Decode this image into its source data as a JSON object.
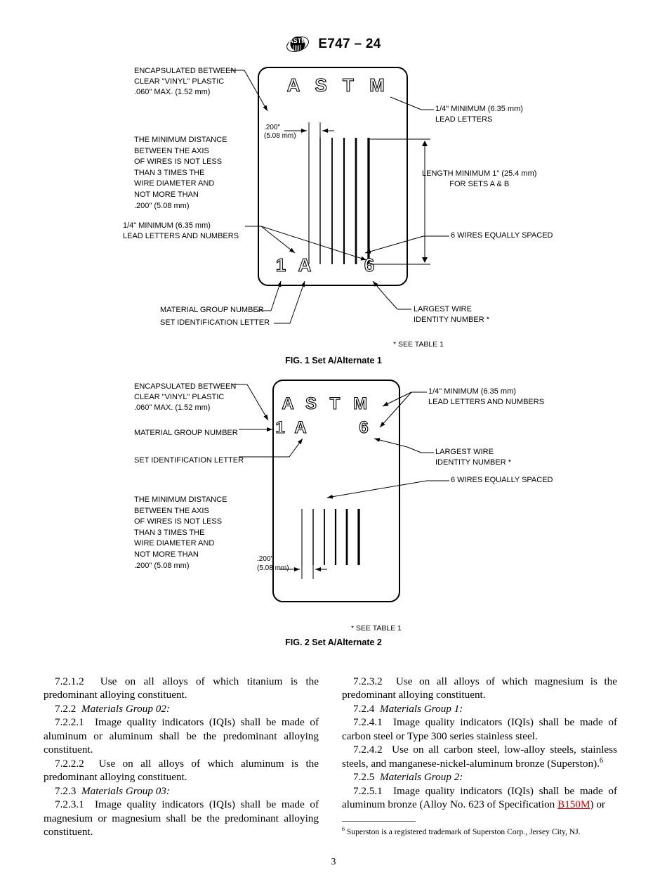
{
  "header": {
    "standard": "E747 – 24",
    "logo_icon": "astm-logo-icon"
  },
  "figure1": {
    "caption": "FIG. 1  Set A/Alternate 1",
    "see_table": "* SEE TABLE 1",
    "plaque": {
      "letters": [
        "A",
        "S",
        "T",
        "M"
      ],
      "group_number": "1",
      "set_letter": "A",
      "largest_wire_number": "6",
      "wire_count": 6
    },
    "annotations": {
      "encapsulated": [
        "ENCAPSULATED BETWEEN",
        "CLEAR \"VINYL\" PLASTIC",
        ".060\" MAX. (1.52 mm)"
      ],
      "min_distance": [
        "THE MINIMUM DISTANCE",
        "BETWEEN THE AXIS",
        "OF WIRES IS NOT LESS",
        "THAN 3 TIMES THE",
        "WIRE DIAMETER AND",
        "NOT MORE THAN",
        ".200\" (5.08 mm)"
      ],
      "lead_letters": [
        "1/4\" MINIMUM (6.35 mm)",
        "LEAD LETTERS"
      ],
      "lead_letters_numbers": [
        "1/4\" MINIMUM (6.35 mm)",
        "LEAD LETTERS AND NUMBERS"
      ],
      "length_minimum": [
        "LENGTH MINIMUM 1\" (25.4 mm)",
        "FOR SETS A & B"
      ],
      "six_wires": "6 WIRES EQUALLY SPACED",
      "material_group": "MATERIAL GROUP NUMBER",
      "set_identification": "SET IDENTIFICATION LETTER",
      "largest_wire": [
        "LARGEST WIRE",
        "IDENTITY NUMBER *"
      ],
      "spacing_dim": [
        ".200\"",
        "(5.08 mm)"
      ]
    }
  },
  "figure2": {
    "caption": "FIG. 2  Set A/Alternate 2",
    "see_table": "* SEE TABLE 1",
    "plaque": {
      "letters": [
        "A",
        "S",
        "T",
        "M"
      ],
      "group_number": "1",
      "set_letter": "A",
      "largest_wire_number": "6",
      "wire_count": 6
    },
    "annotations": {
      "encapsulated": [
        "ENCAPSULATED BETWEEN",
        "CLEAR \"VINYL\" PLASTIC",
        ".060\" MAX. (1.52 mm)"
      ],
      "material_group": "MATERIAL GROUP NUMBER",
      "set_identification": "SET IDENTIFICATION LETTER",
      "min_distance": [
        "THE MINIMUM DISTANCE",
        "BETWEEN THE AXIS",
        "OF WIRES IS NOT LESS",
        "THAN 3 TIMES THE",
        "WIRE DIAMETER AND",
        "NOT MORE THAN",
        ".200\" (5.08 mm)"
      ],
      "lead_letters_numbers": [
        "1/4\" MINIMUM (6.35 mm)",
        "LEAD LETTERS AND NUMBERS"
      ],
      "largest_wire": [
        "LARGEST WIRE",
        "IDENTITY NUMBER *"
      ],
      "six_wires": "6 WIRES EQUALLY SPACED",
      "spacing_dim": [
        ".200\"",
        "(5.08 mm)"
      ]
    }
  },
  "body": {
    "left": [
      {
        "num": "7.2.1.2",
        "text": "Use on all alloys of which titanium is the predominant alloying constituent.",
        "heading": false
      },
      {
        "num": "7.2.2",
        "text": "Materials Group 02:",
        "heading": true
      },
      {
        "num": "7.2.2.1",
        "text": "Image quality indicators (IQIs) shall be made of aluminum or aluminum shall be the predominant alloying constituent.",
        "heading": false
      },
      {
        "num": "7.2.2.2",
        "text": "Use on all alloys of which aluminum is the predominant alloying constituent.",
        "heading": false
      },
      {
        "num": "7.2.3",
        "text": "Materials Group 03:",
        "heading": true
      },
      {
        "num": "7.2.3.1",
        "text": "Image quality indicators (IQIs) shall be made of magnesium or magnesium shall be the predominant alloying constituent.",
        "heading": false
      }
    ],
    "right": [
      {
        "num": "7.2.3.2",
        "text": "Use on all alloys of which magnesium is the predominant alloying constituent.",
        "heading": false
      },
      {
        "num": "7.2.4",
        "text": "Materials Group 1:",
        "heading": true
      },
      {
        "num": "7.2.4.1",
        "text": "Image quality indicators (IQIs) shall be made of carbon steel or Type 300 series stainless steel.",
        "heading": false
      },
      {
        "num": "7.2.4.2",
        "text": "Use on all carbon steel, low-alloy steels, stainless steels, and manganese-nickel-aluminum bronze (Superston).",
        "heading": false,
        "sup": "6"
      },
      {
        "num": "7.2.5",
        "text": "Materials Group 2:",
        "heading": true
      },
      {
        "num": "7.2.5.1",
        "text_before": "Image quality indicators (IQIs) shall be made of aluminum bronze (Alloy No. 623 of Specification ",
        "link": "B150M",
        "text_after": ") or",
        "heading": false
      }
    ]
  },
  "footnote": {
    "marker": "6",
    "text": "Superston is a registered trademark of Superston Corp., Jersey City, NJ."
  },
  "page_number": "3"
}
